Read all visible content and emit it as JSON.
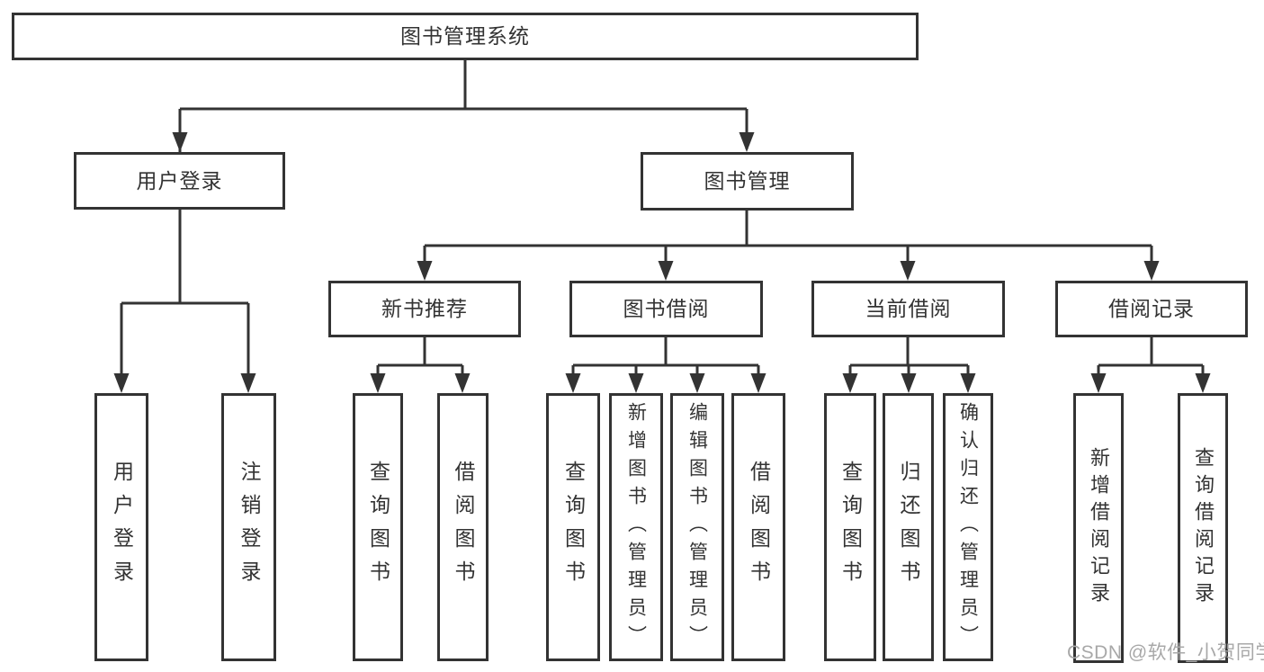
{
  "diagram": {
    "type": "tree-structure-diagram",
    "colors": {
      "line": "#333333",
      "box_background": "#ffffff",
      "text": "#333333",
      "watermark_text": "#a8a8a8"
    }
  },
  "tree": {
    "label": "图书管理系统",
    "children": [
      {
        "label": "用户登录",
        "children": [
          {
            "label": "用户登录"
          },
          {
            "label": "注销登录"
          }
        ]
      },
      {
        "label": "图书管理",
        "children": [
          {
            "label": "新书推荐",
            "children": [
              {
                "label": "查询图书"
              },
              {
                "label": "借阅图书"
              }
            ]
          },
          {
            "label": "图书借阅",
            "children": [
              {
                "label": "查询图书"
              },
              {
                "label": "新增图书（管理员）"
              },
              {
                "label": "编辑图书（管理员）"
              },
              {
                "label": "借阅图书"
              }
            ]
          },
          {
            "label": "当前借阅",
            "children": [
              {
                "label": "查询图书"
              },
              {
                "label": "归还图书"
              },
              {
                "label": "确认归还（管理员）"
              }
            ]
          },
          {
            "label": "借阅记录",
            "children": [
              {
                "label": "新增借阅记录"
              },
              {
                "label": "查询借阅记录"
              }
            ]
          }
        ]
      }
    ]
  },
  "watermark": "CSDN @软件_小贺同学"
}
